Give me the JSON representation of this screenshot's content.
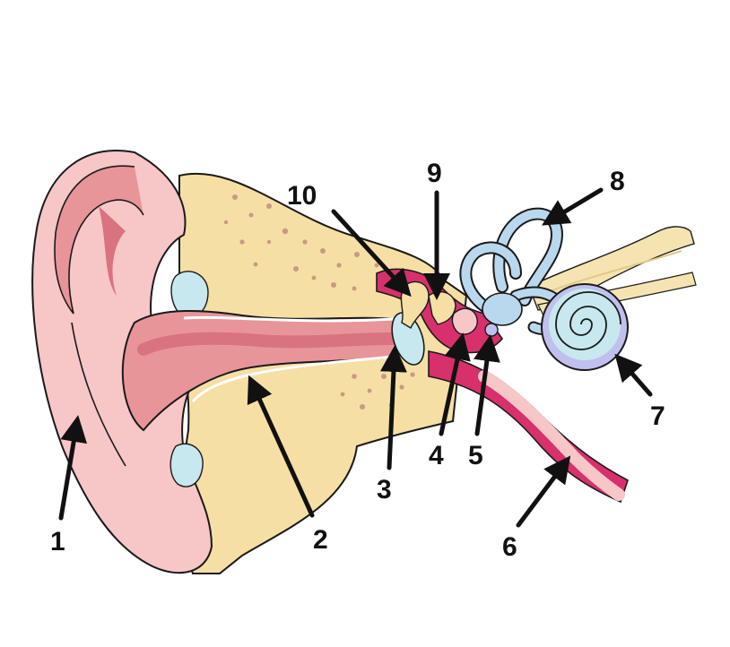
{
  "diagram": {
    "type": "anatomical-illustration",
    "subject_icon": "human-ear-cross-section",
    "labels": [
      {
        "id": "1",
        "text": "1"
      },
      {
        "id": "2",
        "text": "2"
      },
      {
        "id": "3",
        "text": "3"
      },
      {
        "id": "4",
        "text": "4"
      },
      {
        "id": "5",
        "text": "5"
      },
      {
        "id": "6",
        "text": "6"
      },
      {
        "id": "7",
        "text": "7"
      },
      {
        "id": "8",
        "text": "8"
      },
      {
        "id": "9",
        "text": "9"
      },
      {
        "id": "10",
        "text": "10"
      }
    ]
  },
  "colors": {
    "background": "#ffffff",
    "outer_ear": "#f7c6c6",
    "outer_ear_shadow": "#e8959a",
    "canal": "#d9737f",
    "bone": "#f6dfa4",
    "bone_spots": "#c79a86",
    "tube_magenta": "#d8306c",
    "cartilage_light": "#c7e8ef",
    "inner_ear_blue": "#b9d8ee",
    "cochlea_lilac": "#bfc0ee",
    "nerve": "#f5e4b2",
    "outline": "#1a1a1a",
    "arrow": "#111111"
  }
}
